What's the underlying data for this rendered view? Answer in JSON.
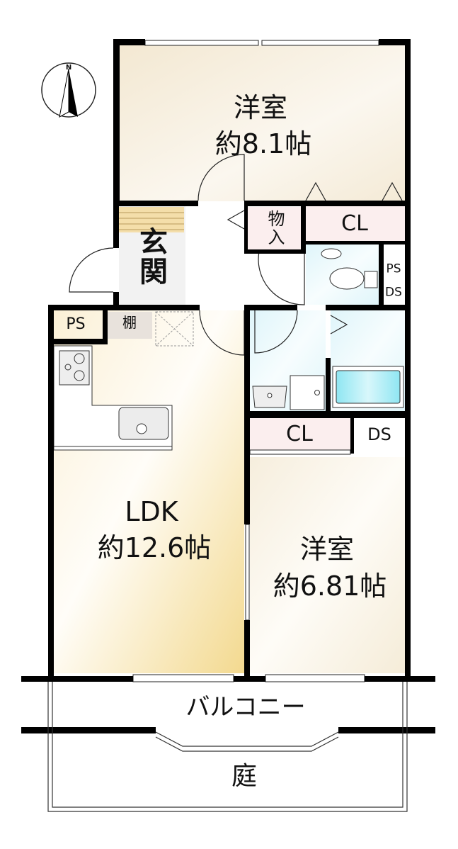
{
  "compass": {
    "label": "N"
  },
  "rooms": {
    "western_room_1": {
      "name": "洋室",
      "size": "約8.1帖"
    },
    "entrance": {
      "name": "玄関"
    },
    "storage": {
      "name": "物入"
    },
    "closet_top": {
      "name": "CL"
    },
    "toilet_ps": {
      "name": "PS"
    },
    "toilet_ds": {
      "name": "DS"
    },
    "ps_left": {
      "name": "PS"
    },
    "shelf": {
      "name": "棚"
    },
    "ldk": {
      "name": "LDK",
      "size": "約12.6帖"
    },
    "closet_mid": {
      "name": "CL"
    },
    "ds_mid": {
      "name": "DS"
    },
    "western_room_2": {
      "name": "洋室",
      "size": "約6.81帖"
    },
    "balcony": {
      "name": "バルコニー"
    },
    "garden": {
      "name": "庭"
    }
  },
  "colors": {
    "wall": "#000000",
    "ldk": "#f5dfa6",
    "room": "#f8f1e2",
    "wet": "#e6f7fb",
    "closet": "#fbeeee",
    "bathtub": "#8fe3f0"
  }
}
